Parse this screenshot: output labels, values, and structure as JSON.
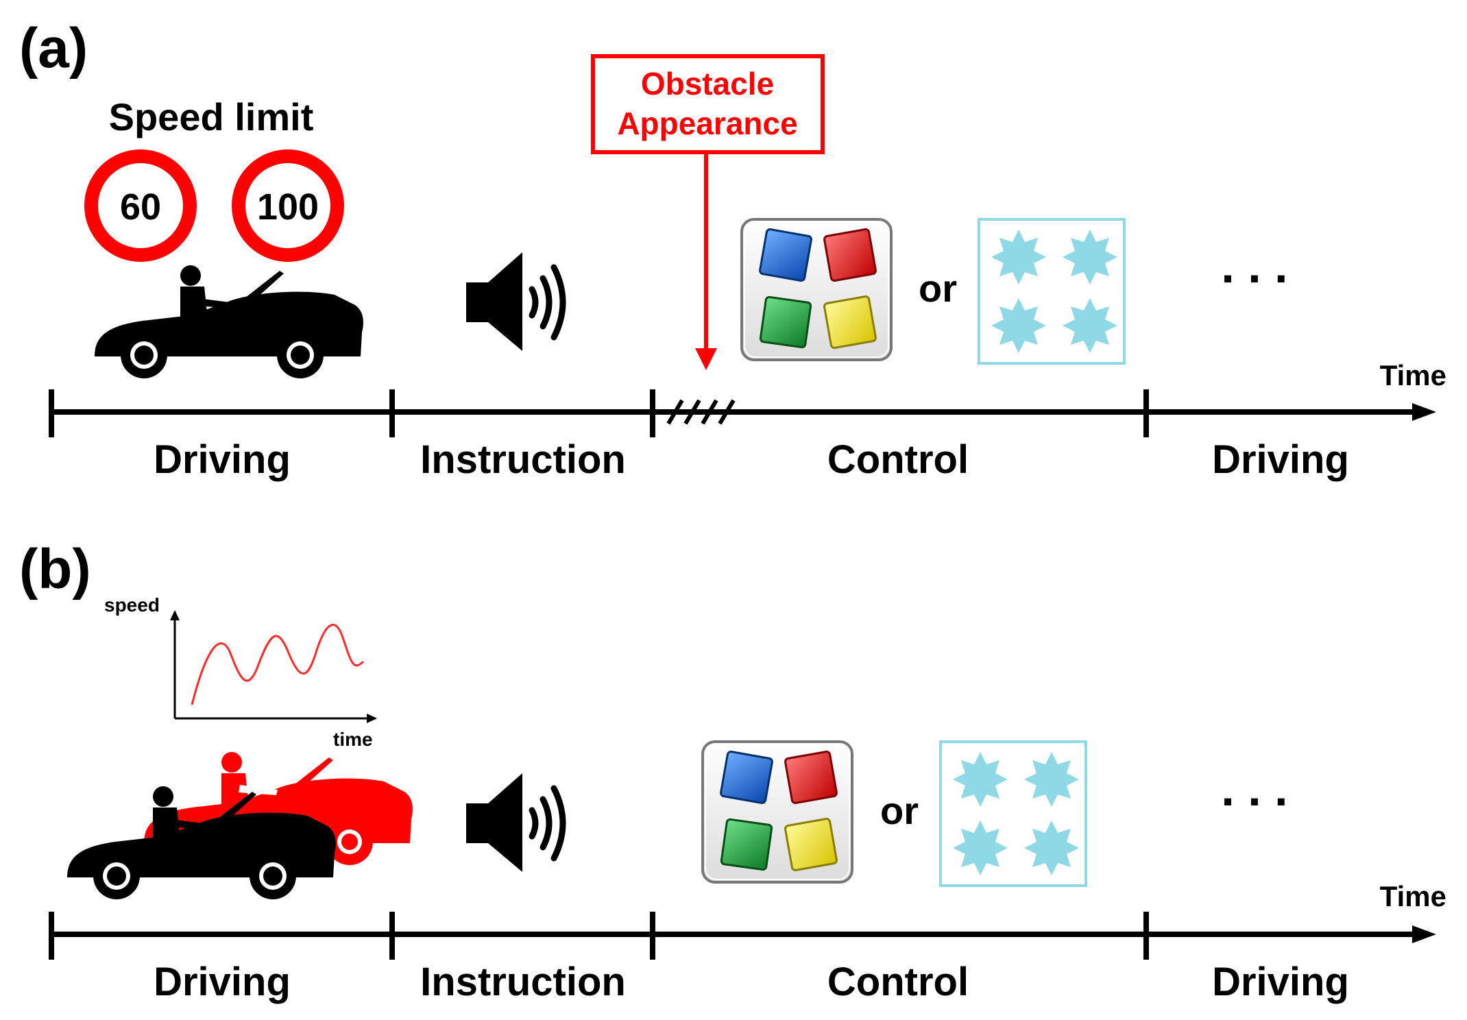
{
  "panel_a": {
    "label": "(a)",
    "speed_limit_title": "Speed limit",
    "sign_1": "60",
    "sign_2": "100",
    "obstacle_line1": "Obstacle",
    "obstacle_line2": "Appearance",
    "or_text": "or",
    "ellipsis": ". . .",
    "axis_label": "Time",
    "phases": [
      "Driving",
      "Instruction",
      "Control",
      "Driving"
    ]
  },
  "panel_b": {
    "label": "(b)",
    "graph_ylabel": "speed",
    "graph_xlabel": "time",
    "or_text": "or",
    "ellipsis": ". . .",
    "axis_label": "Time",
    "phases": [
      "Driving",
      "Instruction",
      "Control",
      "Driving"
    ]
  },
  "colors": {
    "accent_red": "#ff0000",
    "square_blue": "#1565d8",
    "square_red": "#ff1a1a",
    "square_green": "#1fa33a",
    "square_yellow": "#ffee00",
    "star_cyan": "#8fd8e6",
    "ink": "#000000"
  },
  "icons": [
    "car-icon",
    "speaker-icon",
    "speed-sign-icon",
    "colored-squares-icon",
    "stars-icon"
  ]
}
